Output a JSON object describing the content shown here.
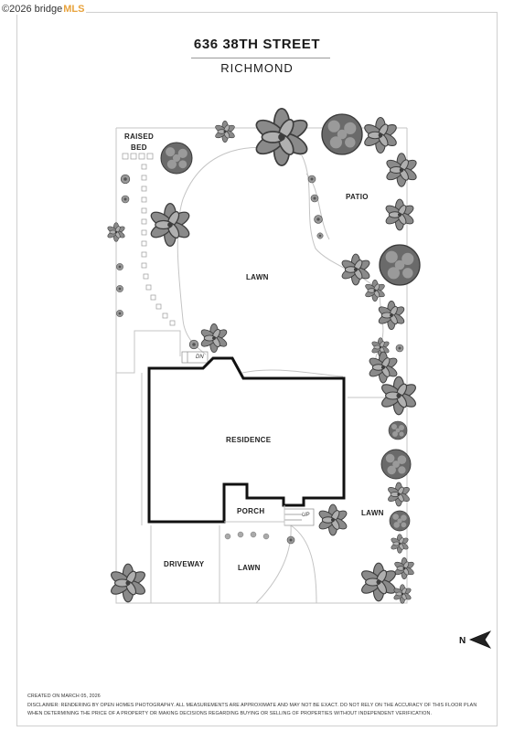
{
  "watermark": {
    "prefix": "©2026 bridge",
    "brand": "MLS"
  },
  "header": {
    "title": "636 38TH STREET",
    "subtitle": "RICHMOND"
  },
  "labels": {
    "raised_bed_1": "RAISED",
    "raised_bed_2": "BED",
    "patio": "PATIO",
    "lawn_back": "LAWN",
    "dn": "DN",
    "residence": "RESIDENCE",
    "porch": "PORCH",
    "up": "UP",
    "lawn_side": "LAWN",
    "driveway": "DRIVEWAY",
    "lawn_front": "LAWN"
  },
  "compass": {
    "letter": "N"
  },
  "footer": {
    "created": "CREATED ON MARCH 05, 2026",
    "disclaimer_1": "DISCLAIMER: RENDERING BY OPEN HOMES PHOTOGRAPHY. ALL MEASUREMENTS ARE APPROXIMATE AND MAY NOT BE EXACT. DO NOT RELY ON THE ACCURACY OF THIS FLOOR PLAN",
    "disclaimer_2": "WHEN DETERMINING THE PRICE OF A PROPERTY OR MAKING DECISIONS REGARDING BUYING OR SELLING OF PROPERTIES WITHOUT INDEPENDENT VERIFICATION."
  },
  "colors": {
    "wall": "#111111",
    "line": "#c4c4c4",
    "plant_dark": "#5a5a5a",
    "plant_mid": "#8a8a8a",
    "plant_light": "#bdbdbd"
  }
}
